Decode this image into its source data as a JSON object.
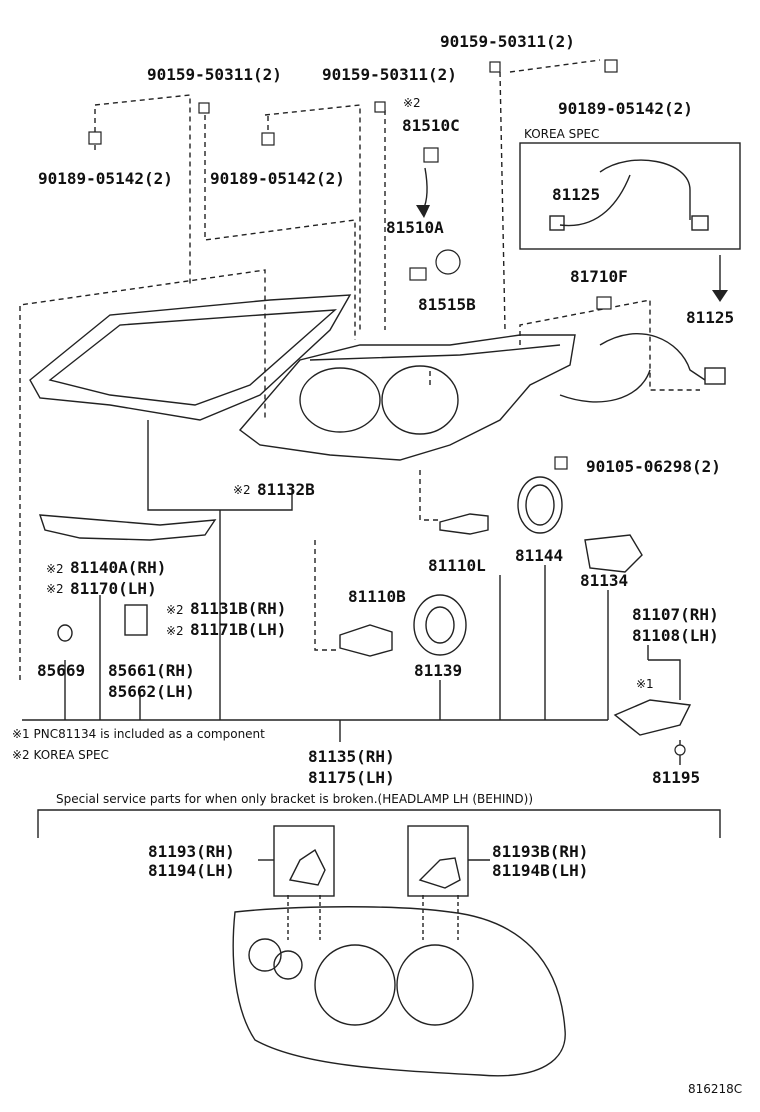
{
  "parts": {
    "p1": "90159-50311(2)",
    "p2": "90159-50311(2)",
    "p3": "90159-50311(2)",
    "p4": "90189-05142(2)",
    "p5": "90189-05142(2)",
    "p6": "90189-05142(2)",
    "p7": "81510C",
    "p8": "81510A",
    "p9": "81515B",
    "p10": "81125",
    "p11": "81710F",
    "p12": "81125",
    "p13": "90105-06298(2)",
    "p14": "81132B",
    "p15": "81140A(RH)",
    "p16": "81170(LH)",
    "p17": "81110L",
    "p18": "81144",
    "p19": "81134",
    "p20": "81131B(RH)",
    "p21": "81171B(LH)",
    "p22": "81110B",
    "p23": "81107(RH)",
    "p24": "81108(LH)",
    "p25": "85669",
    "p26": "85661(RH)",
    "p27": "85662(LH)",
    "p28": "81139",
    "p29": "81135(RH)",
    "p30": "81175(LH)",
    "p31": "81195",
    "p32": "81193(RH)",
    "p33": "81194(LH)",
    "p34": "81193B(RH)",
    "p35": "81194B(LH)"
  },
  "marks": {
    "m2": "※2",
    "m1": "※1"
  },
  "labels": {
    "korea_box": "KOREA SPEC",
    "note1": "※1  PNC81134 is included as a component",
    "note2": "※2  KOREA SPEC",
    "special": "Special service parts for when only bracket is broken.(HEADLAMP LH (BEHIND))",
    "code": "816218C"
  }
}
